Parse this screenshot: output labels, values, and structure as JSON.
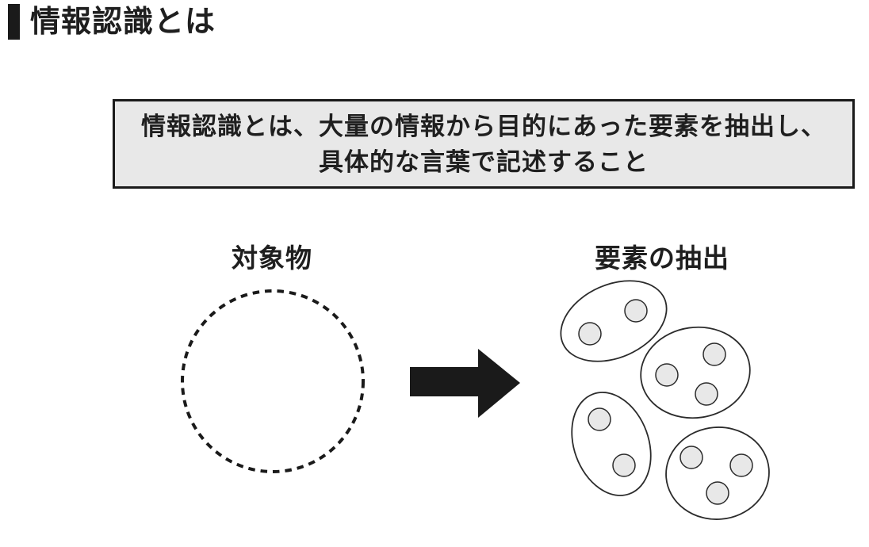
{
  "page": {
    "background": "#ffffff",
    "text_color": "#1f1f1f"
  },
  "heading": {
    "text": "情報認識とは",
    "marker_color": "#1a1a1a"
  },
  "definition_box": {
    "line1": "情報認識とは、大量の情報から目的にあった要素を抽出し、",
    "line2": "具体的な言葉で記述すること",
    "background": "#e8e8e8",
    "border_color": "#1a1a1a"
  },
  "diagram": {
    "left_label": "対象物",
    "right_label": "要素の抽出",
    "arrow_color": "#1a1a1a",
    "dashed_circle_color": "#1a1a1a",
    "element_fill": "#e8e8e8",
    "outline_color": "#2b2b2b",
    "groups": [
      {
        "name": "group-top-left",
        "element_count": 2
      },
      {
        "name": "group-top-right",
        "element_count": 3
      },
      {
        "name": "group-bottom-left",
        "element_count": 2
      },
      {
        "name": "group-bottom-right",
        "element_count": 3
      }
    ]
  }
}
